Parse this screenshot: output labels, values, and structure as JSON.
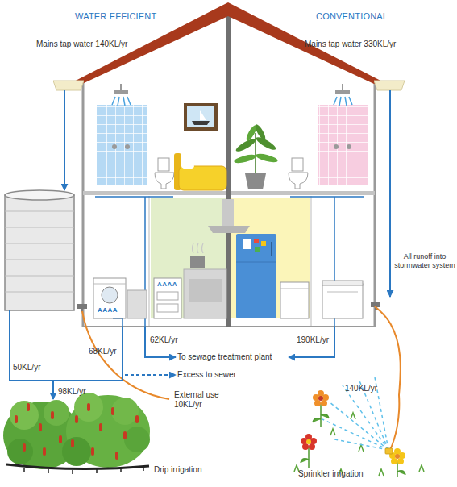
{
  "diagram": {
    "nodes": [
      {
        "text": [
          "WATER EFFICIENT"
        ]
      },
      {
        "text": [
          "CONVENTIONAL"
        ]
      },
      {
        "text": [
          "To sewage treatment plant"
        ]
      },
      {
        "text": [
          "Excess to sewer"
        ]
      },
      {
        "text": [
          "Drip irrigation"
        ]
      },
      {
        "text": [
          "Sprinkler irrigation"
        ]
      }
    ],
    "edges": [
      {
        "from": 0,
        "to": 2,
        "arrow": "to",
        "label": "62KL/yr"
      },
      {
        "from": 1,
        "to": 2,
        "arrow": "to",
        "label": "190KL/yr"
      },
      {
        "from": 0,
        "to": 4,
        "arrow": "to",
        "label": "68KL/yr"
      },
      {
        "from": 0,
        "to": 3,
        "arrow": "to"
      },
      {
        "from": 1,
        "to": 5,
        "arrow": "none",
        "label": "140KL/yr"
      }
    ],
    "labels": [
      "Mains tap water 140KL/yr",
      "Mains tap water 330KL/yr",
      "All runoff into stormwater system",
      "AAAA",
      "AAAA",
      "50KL/yr",
      "98KL/yr",
      "External use 10KL/yr"
    ]
  }
}
